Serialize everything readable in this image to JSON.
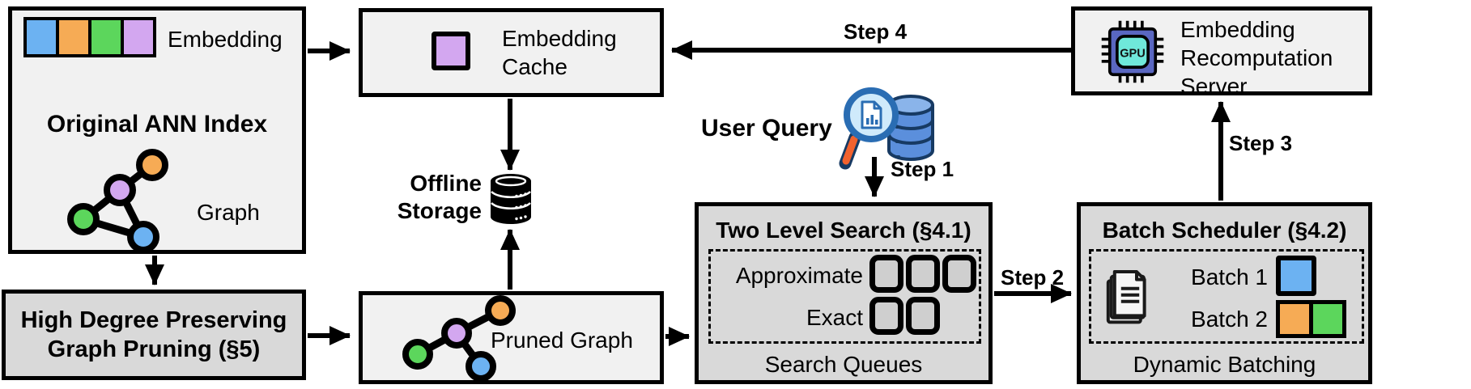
{
  "diagram": {
    "original_index": {
      "embedding_label": "Embedding",
      "title": "Original ANN Index",
      "graph_label": "Graph"
    },
    "pruning": {
      "line1": "High Degree Preserving",
      "line2": "Graph Pruning (§5)"
    },
    "embedding_cache": {
      "line1": "Embedding",
      "line2": "Cache"
    },
    "offline_storage": {
      "line1": "Offline",
      "line2": "Storage"
    },
    "pruned_graph": {
      "label": "Pruned Graph"
    },
    "user_query": {
      "label": "User Query"
    },
    "steps": {
      "step1": "Step 1",
      "step2": "Step 2",
      "step3": "Step 3",
      "step4": "Step 4"
    },
    "two_level_search": {
      "title": "Two Level Search (§4.1)",
      "approximate_label": "Approximate",
      "exact_label": "Exact",
      "caption": "Search Queues",
      "approximate_queue_count": 3,
      "exact_queue_count": 2
    },
    "batch_scheduler": {
      "title": "Batch Scheduler (§4.2)",
      "batch1_label": "Batch 1",
      "batch2_label": "Batch 2",
      "caption": "Dynamic Batching"
    },
    "recomputation_server": {
      "line1": "Embedding",
      "line2": "Recomputation",
      "line3": "Server",
      "gpu_label": "GPU"
    },
    "icons": {
      "offline_storage": "database-cylinder",
      "user_query": "magnifier-over-database",
      "recomputation_server": "gpu-chip",
      "batch_scheduler": "document-stack"
    },
    "colors": {
      "blue": "#6cb2f2",
      "orange": "#f6ab55",
      "green": "#5cd65c",
      "purple": "#d3a7f0",
      "light_box": "#f1f1f1",
      "gray_box": "#d9d9d9"
    }
  }
}
